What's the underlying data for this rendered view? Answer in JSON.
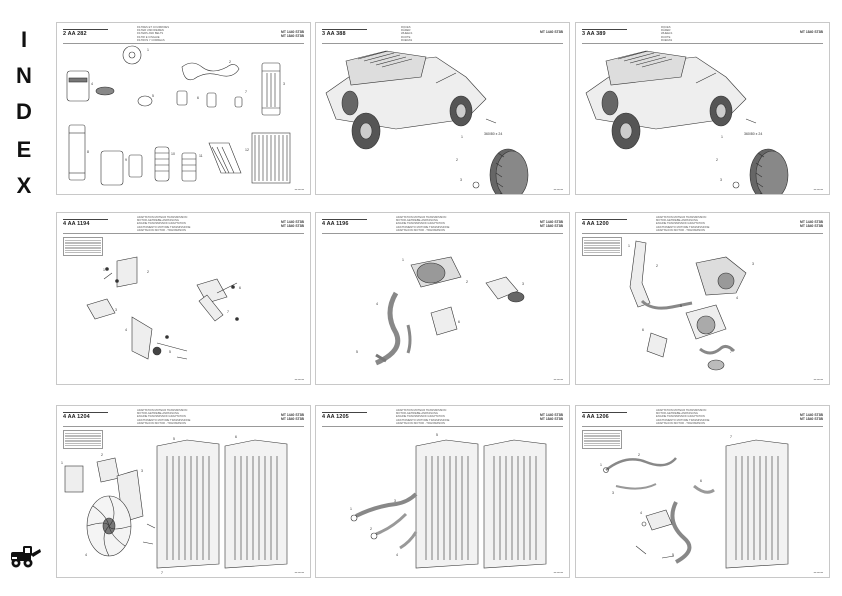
{
  "index_letters": [
    "I",
    "N",
    "D",
    "E",
    "X"
  ],
  "sheets": [
    {
      "ref": "2 AA 282",
      "titles": [
        "FILTRES ET COURROIES",
        "FILTER UND RIEMEN",
        "FILTERS AND BELTS",
        "FILTRI E CINGHIE",
        "FILTROS Y CORREAS"
      ],
      "models": [
        "MT 1440 ST3B",
        "MT 1840 ST3B"
      ]
    },
    {
      "ref": "3 AA 388",
      "titles": [
        "ROUES",
        "RÄDER",
        "WHEELS",
        "RUOTE",
        "RUEDAS"
      ],
      "models": [
        "MT 1440 ST3B"
      ],
      "tyre_label": "360/80 x 24"
    },
    {
      "ref": "3 AA 389",
      "titles": [
        "ROUES",
        "RÄDER",
        "WHEELS",
        "RUOTE",
        "RUEDAS"
      ],
      "models": [
        "MT 1840 ST3B"
      ],
      "tyre_label": "360/80 x 24"
    },
    {
      "ref": "4 AA 1194",
      "titles": [
        "ADAPTATION MOTEUR TRANSMISSION",
        "MOTOR-GETRIEBE-ANPASSUNG",
        "ENGINE TRANSMISSION ADAPTATION",
        "ADATTAMENTO MOTORE TRASMISSIONE",
        "ADAPTACION MOTOR - TRANSMISION"
      ],
      "models": [
        "MT 1440 ST3B",
        "MT 1840 ST3B"
      ]
    },
    {
      "ref": "4 AA 1196",
      "titles": [
        "ADAPTATION MOTEUR TRANSMISSION",
        "MOTOR-GETRIEBE-ANPASSUNG",
        "ENGINE TRANSMISSION ADAPTATION",
        "ADATTAMENTO MOTORE TRASMISSIONE",
        "ADAPTACION MOTOR - TRANSMISION"
      ],
      "models": [
        "MT 1440 ST3B",
        "MT 1840 ST3B"
      ]
    },
    {
      "ref": "4 AA 1200",
      "titles": [
        "ADAPTATION MOTEUR TRANSMISSION",
        "MOTOR-GETRIEBE-ANPASSUNG",
        "ENGINE TRANSMISSION ADAPTATION",
        "ADATTAMENTO MOTORE TRASMISSIONE",
        "ADAPTACION MOTOR - TRANSMISION"
      ],
      "models": [
        "MT 1440 ST3B",
        "MT 1840 ST3B"
      ]
    },
    {
      "ref": "4 AA 1204",
      "titles": [
        "ADAPTATION MOTEUR TRANSMISSION",
        "MOTOR-GETRIEBE-ANPASSUNG",
        "ENGINE TRANSMISSION ADAPTATION",
        "ADATTAMENTO MOTORE TRASMISSIONE",
        "ADAPTACION MOTOR - TRANSMISION"
      ],
      "models": [
        "MT 1440 ST3B",
        "MT 1840 ST3B"
      ]
    },
    {
      "ref": "4 AA 1205",
      "titles": [
        "ADAPTATION MOTEUR TRANSMISSION",
        "MOTOR-GETRIEBE-ANPASSUNG",
        "ENGINE TRANSMISSION ADAPTATION",
        "ADATTAMENTO MOTORE TRASMISSIONE",
        "ADAPTACION MOTOR - TRANSMISION"
      ],
      "models": [
        "MT 1440 ST3B",
        "MT 1840 ST3B"
      ]
    },
    {
      "ref": "4 AA 1206",
      "titles": [
        "ADAPTATION MOTEUR TRANSMISSION",
        "MOTOR-GETRIEBE-ANPASSUNG",
        "ENGINE TRANSMISSION ADAPTATION",
        "ADATTAMENTO MOTORE TRASMISSIONE",
        "ADAPTACION MOTOR - TRANSMISION"
      ],
      "models": [
        "MT 1440 ST3B",
        "MT 1840 ST3B"
      ]
    }
  ]
}
